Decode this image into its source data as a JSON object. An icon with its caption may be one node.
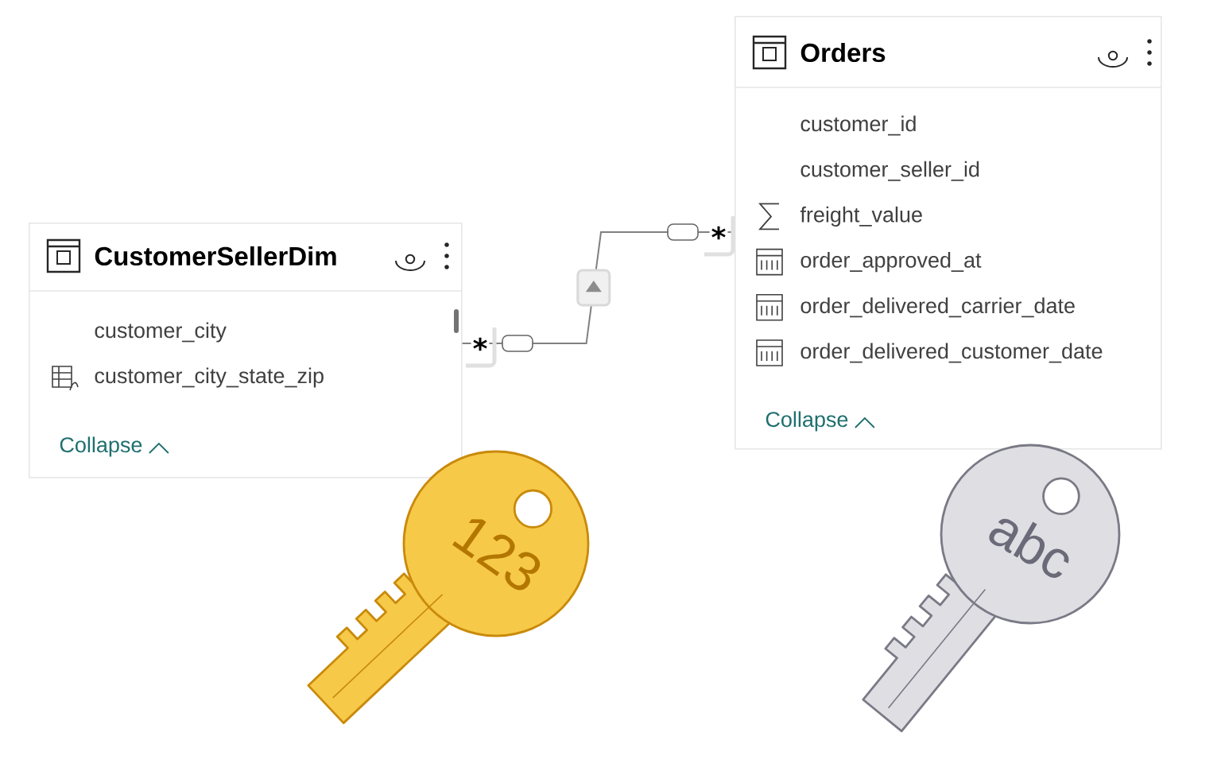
{
  "diagram": {
    "nodes": [
      {
        "text": [
          "CustomerSellerDim",
          "customer_city",
          "customer_city_state_zip",
          "Collapse"
        ]
      },
      {
        "text": [
          "Orders",
          "customer_id",
          "customer_seller_id",
          "freight_value",
          "order_approved_at",
          "order_delivered_carrier_date",
          "order_delivered_customer_date",
          "Collapse"
        ]
      }
    ],
    "edges": [
      {
        "from": 0,
        "to": 1,
        "arrow": "to"
      }
    ],
    "labels": [
      "*",
      "*",
      "123",
      "abc"
    ]
  }
}
